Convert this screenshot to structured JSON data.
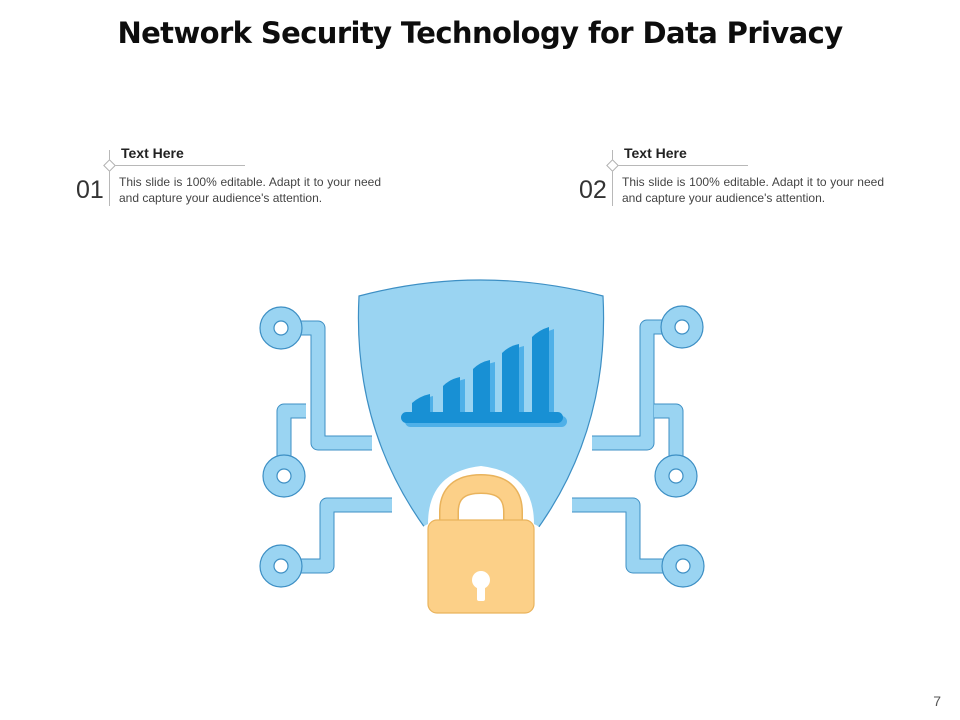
{
  "slide": {
    "title": "Network Security Technology for Data Privacy",
    "page_number": "7"
  },
  "points": [
    {
      "number": "01",
      "heading": "Text Here",
      "body": "This slide is 100% editable. Adapt it to your need and capture your audience's attention."
    },
    {
      "number": "02",
      "heading": "Text Here",
      "body": "This slide is 100% editable. Adapt it to your need and capture your audience's attention."
    }
  ],
  "illustration": {
    "icons": [
      "circuit-icon",
      "shield-icon",
      "bar-chart-icon",
      "padlock-icon",
      "keyhole-icon"
    ],
    "colors": {
      "circuit_fill": "#9ad4f2",
      "circuit_stroke": "#3d8fc4",
      "shield_fill": "#9ad4f2",
      "chart_blue": "#1890d4",
      "chart_shadow": "#4fb0e8",
      "lock_fill": "#fcd088",
      "lock_stroke": "#e9b35c"
    }
  }
}
